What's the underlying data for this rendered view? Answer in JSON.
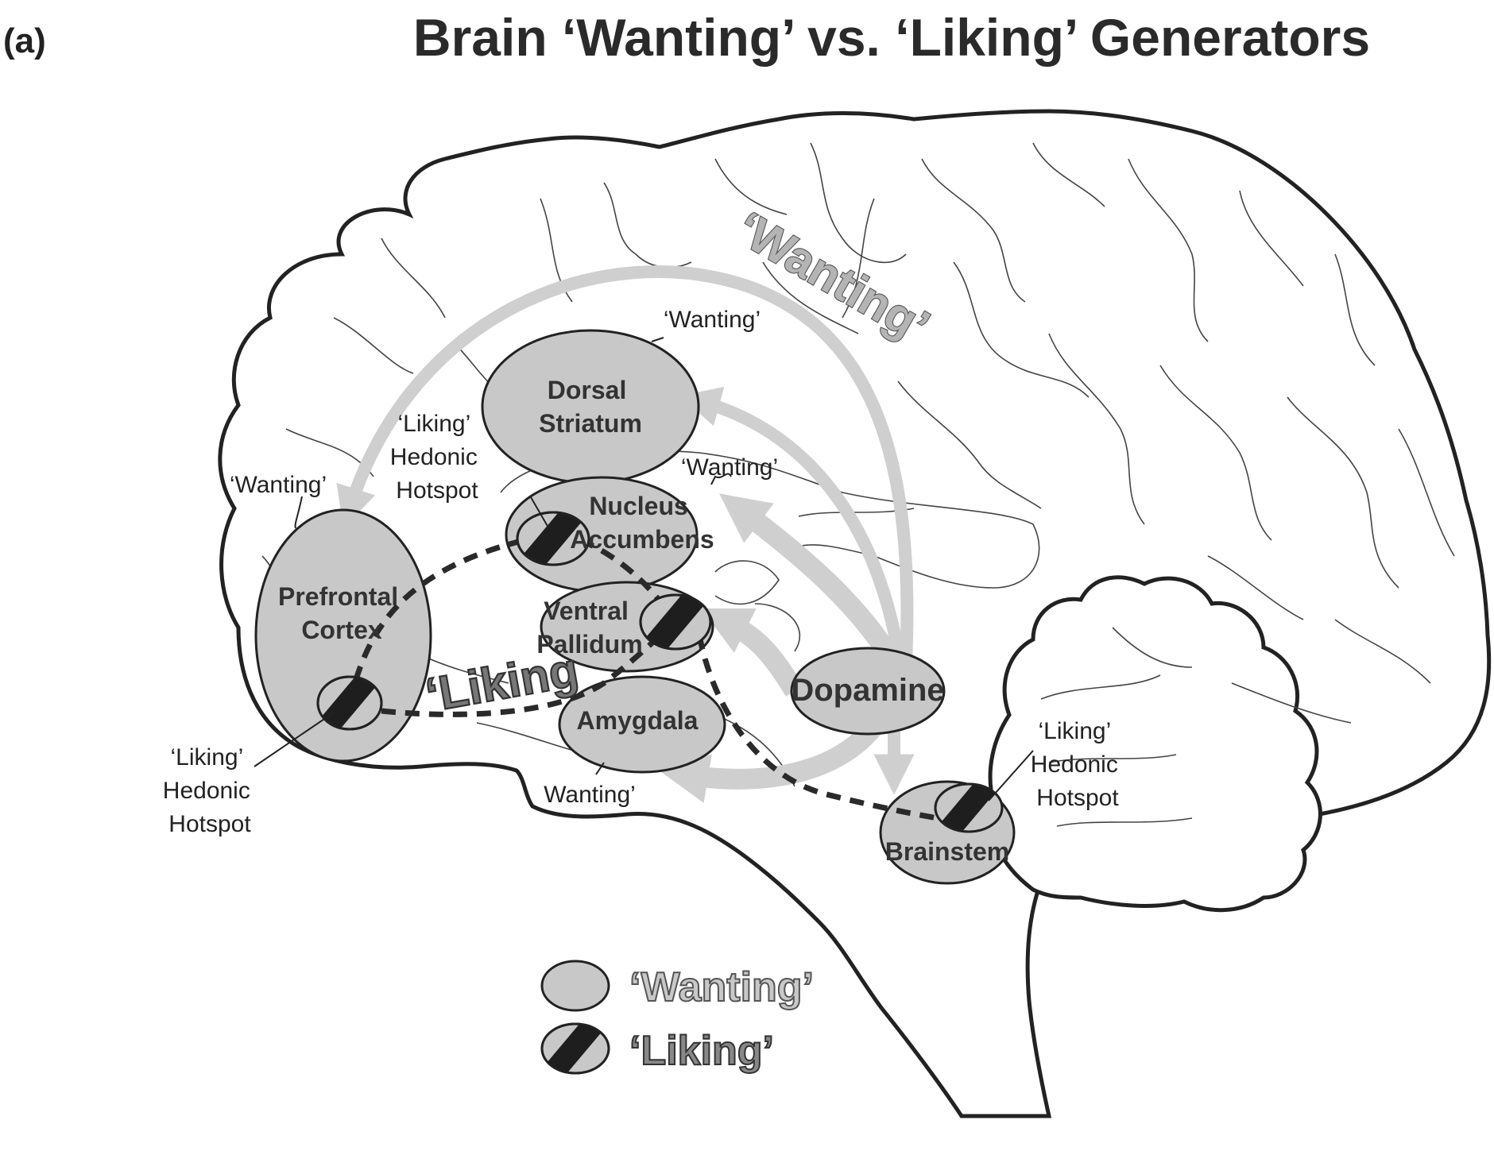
{
  "panel_label": "(a)",
  "title": "Brain ‘Wanting’ vs. ‘Liking’ Generators",
  "regions": {
    "dorsal_striatum": [
      "Dorsal",
      "Striatum"
    ],
    "nucleus_accumbens": [
      "Nucleus",
      "Accumbens"
    ],
    "ventral_pallidum": [
      "Ventral",
      "Pallidum"
    ],
    "prefrontal_cortex": [
      "Prefrontal",
      "Cortex"
    ],
    "amygdala": "Amygdala",
    "dopamine": "Dopamine",
    "brainstem": "Brainstem"
  },
  "annotations": {
    "wanting_dorsal": "‘Wanting’",
    "wanting_accumbens": "‘Wanting’",
    "wanting_prefrontal": "‘Wanting’",
    "wanting_amygdala": "Wanting’",
    "hotspot_accumbens": [
      "‘Liking’",
      "Hedonic",
      "Hotspot"
    ],
    "hotspot_prefrontal": [
      "‘Liking’",
      "Hedonic",
      "Hotspot"
    ],
    "hotspot_brainstem": [
      "‘Liking’",
      "Hedonic",
      "Hotspot"
    ]
  },
  "big_labels": {
    "wanting": "‘Wanting’",
    "liking": "‘Liking"
  },
  "legend": {
    "wanting": "‘Wanting’",
    "liking": "‘Liking’"
  },
  "colors": {
    "wanting_fill": "#c8c8c8",
    "liking_band": "#1e1e1e",
    "arrow": "#cfcfcf",
    "outline": "#222222"
  }
}
